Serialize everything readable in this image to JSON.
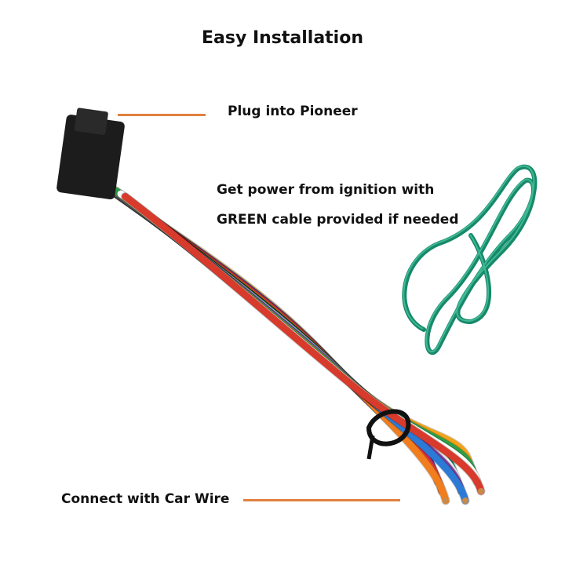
{
  "title": "Easy Installation",
  "callouts": {
    "plug": "Plug into Pioneer",
    "power_line1": "Get power from ignition with",
    "power_line2": "GREEN cable provided if needed",
    "connect": "Connect with Car Wire"
  },
  "colors": {
    "callout_line": "#e0813f",
    "green_cable": "#17896a",
    "connector": "#1c1c1c"
  },
  "wire_colors": [
    "#f5b52b",
    "#1e3fa8",
    "#e8245c",
    "#e74b2b",
    "#f07e1e",
    "#1f1f1f",
    "#15906a",
    "#f0f0f0",
    "#7a3e9e",
    "#2b7ad6",
    "#f3a21a",
    "#2e9d4a",
    "#ffffff",
    "#d83a2c"
  ]
}
